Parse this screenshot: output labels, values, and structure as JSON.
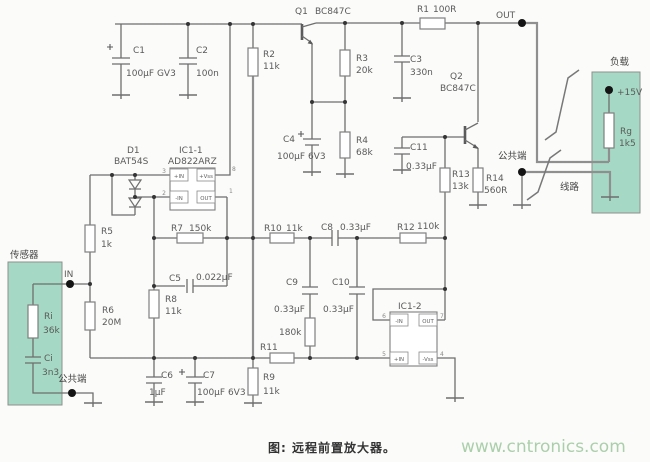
{
  "title_caption": "图: 远程前置放大器。",
  "watermark": "www.cntronics.com",
  "labels": {
    "sensor_box": "传感器",
    "load_box": "负载",
    "in": "IN",
    "out": "OUT",
    "common_left": "公共端",
    "common_right": "公共端",
    "plus15v": "+15V",
    "line": "线路",
    "r180k": "180k"
  },
  "components": {
    "c1": {
      "ref": "C1",
      "value": "100μF GV3"
    },
    "c2": {
      "ref": "C2",
      "value": "100n"
    },
    "c3": {
      "ref": "C3",
      "value": "330n"
    },
    "c4": {
      "ref": "C4",
      "value": "100μF 6V3"
    },
    "c5": {
      "ref": "C5",
      "value": "0.022μF"
    },
    "c6": {
      "ref": "C6",
      "value": "1μF"
    },
    "c7": {
      "ref": "C7",
      "value": "100μF 6V3"
    },
    "c8": {
      "ref": "C8",
      "value": "0.33μF"
    },
    "c9": {
      "ref": "C9",
      "value": "0.33μF"
    },
    "c10": {
      "ref": "C10",
      "value": "0.33μF"
    },
    "c11": {
      "ref": "C11",
      "value": "0.33μF"
    },
    "r1": {
      "ref": "R1",
      "value": "100R"
    },
    "r2": {
      "ref": "R2",
      "value": "11k"
    },
    "r3": {
      "ref": "R3",
      "value": "20k"
    },
    "r4": {
      "ref": "R4",
      "value": "68k"
    },
    "r5": {
      "ref": "R5",
      "value": "1k"
    },
    "r6": {
      "ref": "R6",
      "value": "20M"
    },
    "r7": {
      "ref": "R7",
      "value": "150k"
    },
    "r8": {
      "ref": "R8",
      "value": "11k"
    },
    "r9": {
      "ref": "R9",
      "value": "11k"
    },
    "r10": {
      "ref": "R10",
      "value": "11k"
    },
    "r11": {
      "ref": "R11",
      "value": ""
    },
    "r12": {
      "ref": "R12",
      "value": "110k"
    },
    "r13": {
      "ref": "R13",
      "value": "13k"
    },
    "r14": {
      "ref": "R14",
      "value": "560R"
    },
    "rg": {
      "ref": "Rg",
      "value": "1k5"
    },
    "ri": {
      "ref": "Ri",
      "value": "36k"
    },
    "ci": {
      "ref": "Ci",
      "value": "3n3"
    },
    "d1": {
      "ref": "D1",
      "part": "BAT54S"
    },
    "q1": {
      "ref": "Q1",
      "part": "BC847C"
    },
    "q2": {
      "ref": "Q2",
      "part": "BC847C"
    }
  },
  "ics": {
    "ic1_1": {
      "ref": "IC1-1",
      "part": "AD822ARZ",
      "pin_in_p": "+IN",
      "pin_in_n": "-IN",
      "pin_vss": "+Vss",
      "pin_out": "OUT",
      "n_in_p": "3",
      "n_in_n": "2",
      "n_vss": "8",
      "n_out": "1"
    },
    "ic1_2": {
      "ref": "IC1-2",
      "pin_in_n": "-IN",
      "pin_in_p": "+IN",
      "pin_vss": "-Vss",
      "pin_out": "OUT",
      "n_in_n": "6",
      "n_in_p": "5",
      "n_vss": "4",
      "n_out": "7"
    }
  },
  "colors": {
    "box_fill": "#a6d9c5",
    "wire": "#6e6e6e",
    "watermark": "#a3cba3"
  }
}
